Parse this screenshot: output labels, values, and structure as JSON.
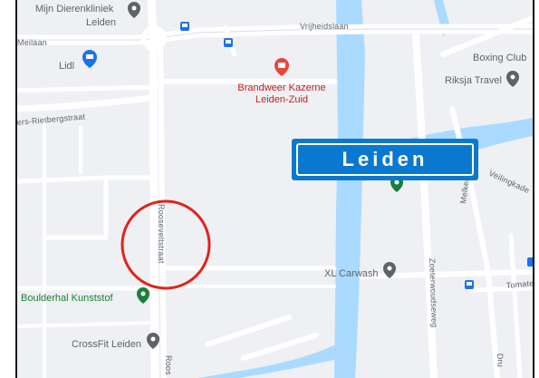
{
  "map": {
    "poi": {
      "mijn_dierenkliniek_line1": "Mijn Dierenkliniek",
      "mijn_dierenkliniek_line2": "Leiden",
      "lidl": "Lidl",
      "brandweer_line1": "Brandweer Kazerne",
      "brandweer_line2": "Leiden-Zuid",
      "boxing_club": "Boxing Club",
      "riksja_travel": "Riksja Travel",
      "xl_carwash": "XL Carwash",
      "boulderhal": "Boulderhal Kunststof",
      "crossfit": "CrossFit Leiden"
    },
    "streets": {
      "meilaan": "Meilaan",
      "vrijheidslaan": "Vrijheidslaan",
      "rietbergstraat": "ers-Rietbergstraat",
      "rooseveltstraat": "Rooseveltstraat",
      "roos_bottom": "Roos",
      "zoeterwoudseweg": "Zoeterwoudseweg",
      "melkenstraat": "Melkenstraat",
      "veilingkade": "Veilingkade",
      "tomate": "Tomate",
      "dru": "Dru"
    },
    "colors": {
      "water": "#aadaff",
      "road": "#ffffff",
      "land": "#eef0f3",
      "marker_red": "#e2231a",
      "pin_gray": "#5f6368",
      "pin_green": "#188038",
      "pin_red": "#e8453c",
      "transit_blue": "#1a73e8"
    }
  },
  "sign": {
    "city_name": "Leiden",
    "background": "#0a78cf"
  }
}
